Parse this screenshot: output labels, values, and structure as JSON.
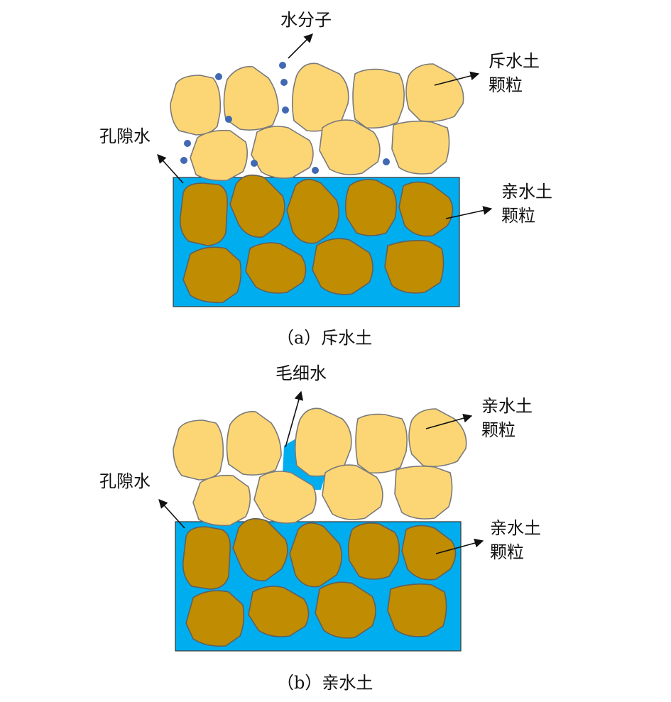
{
  "panels": [
    {
      "id": "a",
      "caption": "（a）斥水土",
      "labels": {
        "molecule": "水分子",
        "pore_water": "孔隙水",
        "top_particles_l1": "斥水土",
        "top_particles_l2": "颗粒",
        "bottom_particles_l1": "亲水土",
        "bottom_particles_l2": "颗粒"
      }
    },
    {
      "id": "b",
      "caption": "（b）亲水土",
      "labels": {
        "capillary": "毛细水",
        "pore_water": "孔隙水",
        "top_particles_l1": "亲水土",
        "top_particles_l2": "颗粒",
        "bottom_particles_l1": "亲水土",
        "bottom_particles_l2": "颗粒"
      }
    }
  ],
  "colors": {
    "water": "#00AEEF",
    "hydrophobic_particle": "#FCD675",
    "hydrophilic_particle": "#BF8C02",
    "water_molecule": "#4168B2"
  }
}
